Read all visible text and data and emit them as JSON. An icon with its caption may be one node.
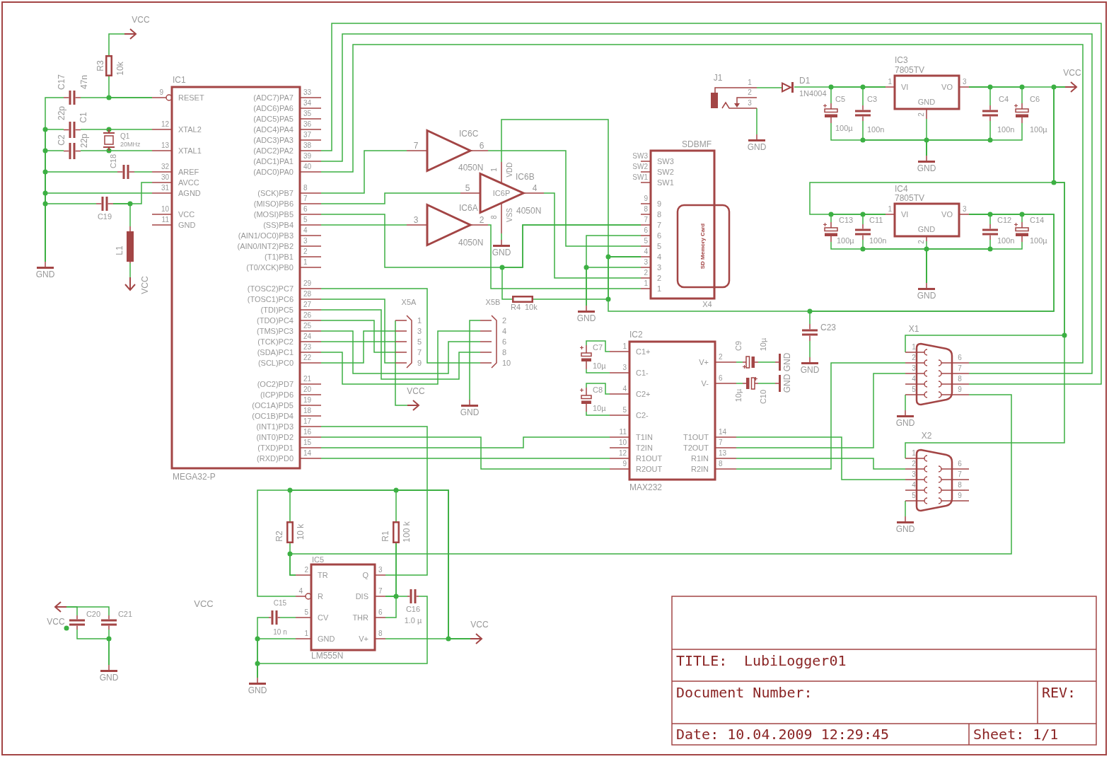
{
  "diagram": {
    "nodes": [
      {
        "text": [
          "VCC"
        ]
      },
      {
        "text": [
          "R3",
          "10k"
        ]
      },
      {
        "text": [
          "IC1",
          "RESET",
          "XTAL2",
          "XTAL1",
          "AREF",
          "AVCC",
          "AGND",
          "VCC",
          "GND",
          "(ADC7)PA7",
          "(ADC6)PA6",
          "(ADC5)PA5",
          "(ADC4)PA4",
          "(ADC3)PA3",
          "(ADC2)PA2",
          "(ADC1)PA1",
          "(ADC0)PA0",
          "(SCK)PB7",
          "(MISO)PB6",
          "(MOSI)PB5",
          "(SS)PB4",
          "(AIN1/OC0)PB3",
          "(AIN0/INT2)PB2",
          "(T1)PB1",
          "(T0/XCK)PB0",
          "(TOSC2)PC7",
          "(TOSC1)PC6",
          "(TDI)PC5",
          "(TDO)PC4",
          "(TMS)PC3",
          "(TCK)PC2",
          "(SDA)PC1",
          "(SCL)PC0",
          "(OC2)PD7",
          "(ICP)PD6",
          "(OC1A)PD5",
          "(OC1B)PD4",
          "(INT1)PD3",
          "(INT0)PD2",
          "(TXD)PD1",
          "(RXD)PD0",
          "MEGA32-P",
          "9",
          "12",
          "13",
          "32",
          "30",
          "31",
          "10",
          "11",
          "33",
          "34",
          "35",
          "36",
          "37",
          "38",
          "39",
          "40",
          "8",
          "7",
          "6",
          "5",
          "4",
          "3",
          "2",
          "1",
          "29",
          "28",
          "27",
          "26",
          "25",
          "24",
          "23",
          "22",
          "21",
          "20",
          "19",
          "18",
          "17",
          "16",
          "15",
          "14"
        ]
      },
      {
        "text": [
          "C17",
          "47n"
        ]
      },
      {
        "text": [
          "C1",
          "22p"
        ]
      },
      {
        "text": [
          "C2",
          "22p"
        ]
      },
      {
        "text": [
          "Q1",
          "20MHz"
        ]
      },
      {
        "text": [
          "C18"
        ]
      },
      {
        "text": [
          "C19"
        ]
      },
      {
        "text": [
          "L1"
        ]
      },
      {
        "text": [
          "VCC"
        ]
      },
      {
        "text": [
          "GND"
        ]
      },
      {
        "text": [
          "IC6C",
          "4050N",
          "7",
          "6"
        ]
      },
      {
        "text": [
          "IC6B",
          "4050N",
          "5",
          "4"
        ]
      },
      {
        "text": [
          "IC6A",
          "4050N",
          "3",
          "2"
        ]
      },
      {
        "text": [
          "IC6P",
          "VDD",
          "VSS",
          "1",
          "8"
        ]
      },
      {
        "text": [
          "GND"
        ]
      },
      {
        "text": [
          "SDBMF",
          "SW3",
          "SW2",
          "SW1",
          "9",
          "8",
          "7",
          "6",
          "5",
          "4",
          "3",
          "2",
          "1",
          "X4",
          "SW3",
          "SW2",
          "SW1",
          "9",
          "8",
          "7",
          "6",
          "5",
          "4",
          "3",
          "2",
          "1"
        ]
      },
      {
        "text": [
          "SD Memory Card"
        ]
      },
      {
        "text": [
          "R4",
          "10k"
        ]
      },
      {
        "text": [
          "GND"
        ]
      },
      {
        "text": [
          "X5A"
        ],
        "beside": [
          "1",
          "3",
          "5",
          "7",
          "9"
        ]
      },
      {
        "text": [
          "X5B"
        ],
        "beside": [
          "2",
          "4",
          "6",
          "8",
          "10"
        ]
      },
      {
        "text": [
          "VCC"
        ]
      },
      {
        "text": [
          "GND"
        ]
      },
      {
        "text": [
          "J1",
          "1",
          "2",
          "3"
        ]
      },
      {
        "text": [
          "GND"
        ]
      },
      {
        "text": [
          "D1",
          "1N4004"
        ]
      },
      {
        "text": [
          "C5",
          "100µ"
        ]
      },
      {
        "text": [
          "C3",
          "100n"
        ]
      },
      {
        "text": [
          "IC3",
          "VI",
          "VO",
          "GND",
          "7805TV",
          "1",
          "3",
          "2"
        ]
      },
      {
        "text": [
          "C4",
          "100n"
        ]
      },
      {
        "text": [
          "C6",
          "100µ"
        ]
      },
      {
        "text": [
          "VCC"
        ]
      },
      {
        "text": [
          "GND"
        ]
      },
      {
        "text": [
          "IC4",
          "VI",
          "VO",
          "GND",
          "7805TV",
          "1",
          "3",
          "2"
        ]
      },
      {
        "text": [
          "C13",
          "100µ"
        ]
      },
      {
        "text": [
          "C11",
          "100n"
        ]
      },
      {
        "text": [
          "C12",
          "100n"
        ]
      },
      {
        "text": [
          "C14",
          "100µ"
        ]
      },
      {
        "text": [
          "GND"
        ]
      },
      {
        "text": [
          "C23"
        ]
      },
      {
        "text": [
          "GND"
        ]
      },
      {
        "text": [
          "IC2",
          "C1+",
          "C1-",
          "C2+",
          "C2-",
          "T1IN",
          "T2IN",
          "R1OUT",
          "R2OUT",
          "V+",
          "V-",
          "T1OUT",
          "T2OUT",
          "R1IN",
          "R2IN",
          "MAX232",
          "1",
          "3",
          "4",
          "5",
          "11",
          "10",
          "12",
          "9",
          "2",
          "6",
          "14",
          "7",
          "13",
          "8"
        ]
      },
      {
        "text": [
          "C7",
          "10µ"
        ]
      },
      {
        "text": [
          "C8",
          "10µ"
        ]
      },
      {
        "text": [
          "C9",
          "10µ"
        ]
      },
      {
        "text": [
          "C10",
          "10µ"
        ]
      },
      {
        "text": [
          "GND"
        ]
      },
      {
        "text": [
          "GND"
        ]
      },
      {
        "text": [
          "X1",
          "1",
          "2",
          "3",
          "4",
          "5",
          "6",
          "7",
          "8",
          "9"
        ]
      },
      {
        "text": [
          "GND"
        ]
      },
      {
        "text": [
          "X2",
          "1",
          "2",
          "3",
          "4",
          "5",
          "6",
          "7",
          "8",
          "9"
        ]
      },
      {
        "text": [
          "GND"
        ]
      },
      {
        "text": [
          "R2",
          "10 k"
        ]
      },
      {
        "text": [
          "R1",
          "100 k"
        ]
      },
      {
        "text": [
          "IC5",
          "TR",
          "Q",
          "R",
          "DIS",
          "CV",
          "THR",
          "GND",
          "V+",
          "LM555N",
          "2",
          "3",
          "4",
          "7",
          "5",
          "6",
          "1",
          "8"
        ]
      },
      {
        "text": [
          "C15",
          "10 n"
        ]
      },
      {
        "text": [
          "C16",
          "1.0 µ"
        ]
      },
      {
        "text": [
          "VCC"
        ]
      },
      {
        "text": [
          "GND"
        ]
      },
      {
        "text": [
          "C20"
        ]
      },
      {
        "text": [
          "C21"
        ]
      },
      {
        "text": [
          "VCC"
        ]
      },
      {
        "text": [
          "GND"
        ]
      }
    ],
    "edges": [
      {
        "from": 1,
        "to": 0,
        "arrow": "none"
      },
      {
        "from": 1,
        "to": 2,
        "arrow": "none"
      },
      {
        "from": 3,
        "to": 2,
        "arrow": "none"
      },
      {
        "from": 3,
        "to": 11,
        "arrow": "none"
      },
      {
        "from": 4,
        "to": 6,
        "arrow": "none"
      },
      {
        "from": 4,
        "to": 11,
        "arrow": "none"
      },
      {
        "from": 5,
        "to": 6,
        "arrow": "none"
      },
      {
        "from": 5,
        "to": 11,
        "arrow": "none"
      },
      {
        "from": 6,
        "to": 2,
        "arrow": "none"
      },
      {
        "from": 6,
        "to": 2,
        "arrow": "none"
      },
      {
        "from": 7,
        "to": 2,
        "arrow": "none"
      },
      {
        "from": 7,
        "to": 11,
        "arrow": "none"
      },
      {
        "from": 2,
        "to": 11,
        "arrow": "none"
      },
      {
        "from": 8,
        "to": 11,
        "arrow": "none"
      },
      {
        "from": 8,
        "to": 2,
        "arrow": "none"
      },
      {
        "from": 8,
        "to": 9,
        "arrow": "none"
      },
      {
        "from": 9,
        "to": 10,
        "arrow": "none"
      },
      {
        "from": 2,
        "to": 12,
        "arrow": "none"
      },
      {
        "from": 2,
        "to": 13,
        "arrow": "none"
      },
      {
        "from": 2,
        "to": 14,
        "arrow": "none"
      },
      {
        "from": 2,
        "to": 17,
        "arrow": "none"
      },
      {
        "from": 12,
        "to": 17,
        "arrow": "none"
      },
      {
        "from": 13,
        "to": 17,
        "arrow": "none"
      },
      {
        "from": 14,
        "to": 17,
        "arrow": "none"
      },
      {
        "from": 19,
        "to": 17,
        "arrow": "none"
      },
      {
        "from": 19,
        "to": 17,
        "arrow": "none"
      },
      {
        "from": 15,
        "to": 17,
        "arrow": "none"
      },
      {
        "from": 15,
        "to": 16,
        "arrow": "none"
      },
      {
        "from": 17,
        "to": 20,
        "arrow": "none"
      },
      {
        "from": 17,
        "to": 20,
        "arrow": "none"
      },
      {
        "from": 17,
        "to": 35,
        "arrow": "none"
      },
      {
        "from": 41,
        "to": 35,
        "arrow": "none"
      },
      {
        "from": 41,
        "to": 42,
        "arrow": "none"
      },
      {
        "from": 2,
        "to": 22,
        "arrow": "none"
      },
      {
        "from": 2,
        "to": 21,
        "arrow": "none"
      },
      {
        "from": 2,
        "to": 22,
        "arrow": "none"
      },
      {
        "from": 2,
        "to": 21,
        "arrow": "none"
      },
      {
        "from": 2,
        "to": 22,
        "arrow": "none"
      },
      {
        "from": 2,
        "to": 21,
        "arrow": "none"
      },
      {
        "from": 2,
        "to": 22,
        "arrow": "none"
      },
      {
        "from": 2,
        "to": 21,
        "arrow": "none"
      },
      {
        "from": 21,
        "to": 23,
        "arrow": "none"
      },
      {
        "from": 22,
        "to": 24,
        "arrow": "none"
      },
      {
        "from": 2,
        "to": 56,
        "arrow": "none"
      },
      {
        "from": 2,
        "to": 43,
        "arrow": "none"
      },
      {
        "from": 2,
        "to": 43,
        "arrow": "none"
      },
      {
        "from": 2,
        "to": 43,
        "arrow": "none"
      },
      {
        "from": 43,
        "to": 52,
        "arrow": "none"
      },
      {
        "from": 43,
        "to": 50,
        "arrow": "none"
      },
      {
        "from": 43,
        "to": 52,
        "arrow": "none"
      },
      {
        "from": 43,
        "to": 50,
        "arrow": "none"
      },
      {
        "from": 44,
        "to": 43,
        "arrow": "none"
      },
      {
        "from": 44,
        "to": 43,
        "arrow": "none"
      },
      {
        "from": 45,
        "to": 43,
        "arrow": "none"
      },
      {
        "from": 45,
        "to": 43,
        "arrow": "none"
      },
      {
        "from": 43,
        "to": 46,
        "arrow": "none"
      },
      {
        "from": 46,
        "to": 48,
        "arrow": "none"
      },
      {
        "from": 43,
        "to": 47,
        "arrow": "none"
      },
      {
        "from": 47,
        "to": 49,
        "arrow": "none"
      },
      {
        "from": 50,
        "to": 51,
        "arrow": "none"
      },
      {
        "from": 52,
        "to": 53,
        "arrow": "none"
      },
      {
        "from": 50,
        "to": 33,
        "arrow": "none"
      },
      {
        "from": 52,
        "to": 33,
        "arrow": "none"
      },
      {
        "from": 2,
        "to": 50,
        "arrow": "none"
      },
      {
        "from": 2,
        "to": 50,
        "arrow": "none"
      },
      {
        "from": 2,
        "to": 50,
        "arrow": "none"
      },
      {
        "from": 50,
        "to": 56,
        "arrow": "none"
      },
      {
        "from": 25,
        "to": 26,
        "arrow": "none"
      },
      {
        "from": 25,
        "to": 27,
        "arrow": "none"
      },
      {
        "from": 27,
        "to": 30,
        "arrow": "none"
      },
      {
        "from": 28,
        "to": 30,
        "arrow": "none"
      },
      {
        "from": 29,
        "to": 30,
        "arrow": "none"
      },
      {
        "from": 28,
        "to": 34,
        "arrow": "none"
      },
      {
        "from": 29,
        "to": 34,
        "arrow": "none"
      },
      {
        "from": 30,
        "to": 34,
        "arrow": "none"
      },
      {
        "from": 31,
        "to": 34,
        "arrow": "none"
      },
      {
        "from": 32,
        "to": 34,
        "arrow": "none"
      },
      {
        "from": 30,
        "to": 33,
        "arrow": "none"
      },
      {
        "from": 31,
        "to": 30,
        "arrow": "none"
      },
      {
        "from": 32,
        "to": 30,
        "arrow": "none"
      },
      {
        "from": 35,
        "to": 33,
        "arrow": "none"
      },
      {
        "from": 36,
        "to": 35,
        "arrow": "none"
      },
      {
        "from": 37,
        "to": 35,
        "arrow": "none"
      },
      {
        "from": 36,
        "to": 40,
        "arrow": "none"
      },
      {
        "from": 37,
        "to": 40,
        "arrow": "none"
      },
      {
        "from": 35,
        "to": 40,
        "arrow": "none"
      },
      {
        "from": 38,
        "to": 40,
        "arrow": "none"
      },
      {
        "from": 39,
        "to": 40,
        "arrow": "none"
      },
      {
        "from": 38,
        "to": 35,
        "arrow": "none"
      },
      {
        "from": 39,
        "to": 35,
        "arrow": "none"
      },
      {
        "from": 54,
        "to": 59,
        "arrow": "none"
      },
      {
        "from": 55,
        "to": 59,
        "arrow": "none"
      },
      {
        "from": 56,
        "to": 59,
        "arrow": "none"
      },
      {
        "from": 54,
        "to": 56,
        "arrow": "none"
      },
      {
        "from": 56,
        "to": 59,
        "arrow": "none"
      },
      {
        "from": 55,
        "to": 56,
        "arrow": "none"
      },
      {
        "from": 55,
        "to": 56,
        "arrow": "none"
      },
      {
        "from": 58,
        "to": 56,
        "arrow": "none"
      },
      {
        "from": 58,
        "to": 60,
        "arrow": "none"
      },
      {
        "from": 57,
        "to": 56,
        "arrow": "none"
      },
      {
        "from": 57,
        "to": 60,
        "arrow": "none"
      },
      {
        "from": 56,
        "to": 60,
        "arrow": "none"
      },
      {
        "from": 61,
        "to": 63,
        "arrow": "none"
      },
      {
        "from": 62,
        "to": 63,
        "arrow": "none"
      },
      {
        "from": 61,
        "to": 64,
        "arrow": "none"
      },
      {
        "from": 62,
        "to": 64,
        "arrow": "none"
      }
    ],
    "labels": [
      "VCC",
      "TITLE:",
      "LubiLogger01",
      "Document Number:",
      "REV:",
      "Date: 10.04.2009 12:29:45",
      "Sheet: 1/1"
    ]
  }
}
